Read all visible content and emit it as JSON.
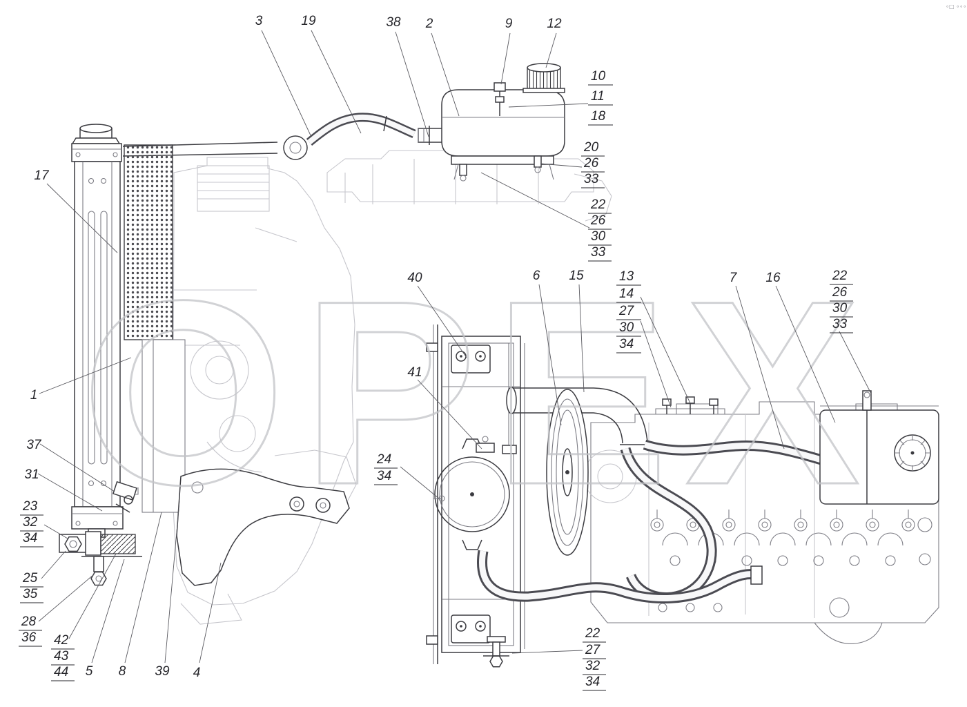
{
  "watermark": "OPEX",
  "corner_mark": "∘□ ∘∘∘",
  "colors": {
    "main_line": "#3b3b40",
    "faded_line": "#c6c6cc",
    "watermark": "#c2c3c7",
    "background": "#ffffff"
  },
  "callouts": {
    "top_row": [
      "3",
      "19",
      "38",
      "2",
      "9",
      "12"
    ],
    "stack_right_top": [
      "10",
      "11",
      "18"
    ],
    "stack_20": [
      "20",
      "26",
      "33"
    ],
    "stack_22_top": [
      "22",
      "26",
      "30",
      "33"
    ],
    "n17": "17",
    "n1": "1",
    "n37": "37",
    "n31": "31",
    "stack_23": [
      "23",
      "32",
      "34"
    ],
    "stack_25": [
      "25",
      "35"
    ],
    "stack_28": [
      "28",
      "36"
    ],
    "stack_42": [
      "42",
      "43",
      "44"
    ],
    "bottom_row": [
      "5",
      "8",
      "39",
      "4"
    ],
    "n40": "40",
    "n41": "41",
    "n6": "6",
    "n15": "15",
    "n7": "7",
    "n16": "16",
    "stack_13": [
      "13",
      "14",
      "27",
      "30",
      "34"
    ],
    "stack_24": [
      "24",
      "34"
    ],
    "stack_22_right": [
      "22",
      "26",
      "30",
      "33"
    ],
    "stack_22_bottom": [
      "22",
      "27",
      "32",
      "34"
    ]
  }
}
